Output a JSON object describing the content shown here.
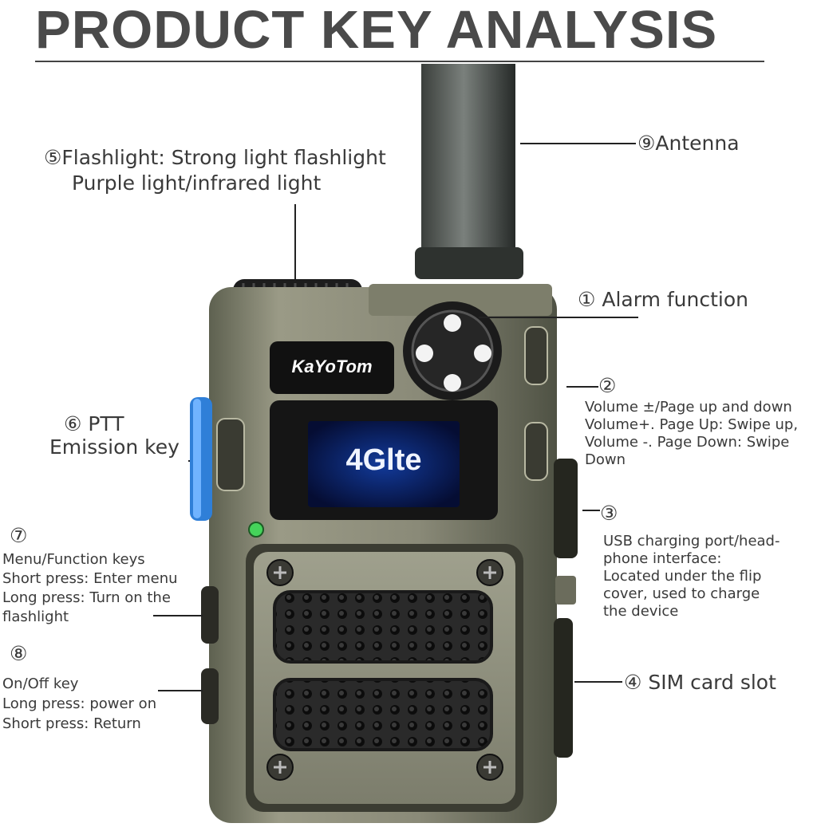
{
  "title": "PRODUCT KEY ANALYSIS",
  "brand": "KaYoTom",
  "screen_text": "4Glte",
  "labels": {
    "antenna": "⑨Antenna",
    "flashlight_1": "⑤Flashlight: Strong light flashlight",
    "flashlight_2": "Purple light/infrared light",
    "alarm": "① Alarm function",
    "volume_num": "②",
    "volume_1": "Volume ±/Page up and down",
    "volume_2": "Volume+. Page Up: Swipe up,",
    "volume_3": "Volume -. Page Down: Swipe",
    "volume_4": "Down",
    "ptt_1": "⑥ PTT",
    "ptt_2": "Emission key",
    "usb_num": "③",
    "usb_1": "USB charging port/head-",
    "usb_2": "phone interface:",
    "usb_3": "Located under the flip",
    "usb_4": "cover, used to charge",
    "usb_5": "the device",
    "menu_num": "⑦",
    "menu_1": "Menu/Function keys",
    "menu_2": "Short press: Enter menu",
    "menu_3": "Long press: Turn on the",
    "menu_4": "flashlight",
    "sim": "④ SIM card slot",
    "onoff_num": "⑧",
    "onoff_1": "On/Off key",
    "onoff_2": "Long press: power on",
    "onoff_3": "Short press: Return"
  },
  "colors": {
    "body": "#8a8a78",
    "ptt": "#2f7fd8",
    "screen": "#0b1a55"
  }
}
